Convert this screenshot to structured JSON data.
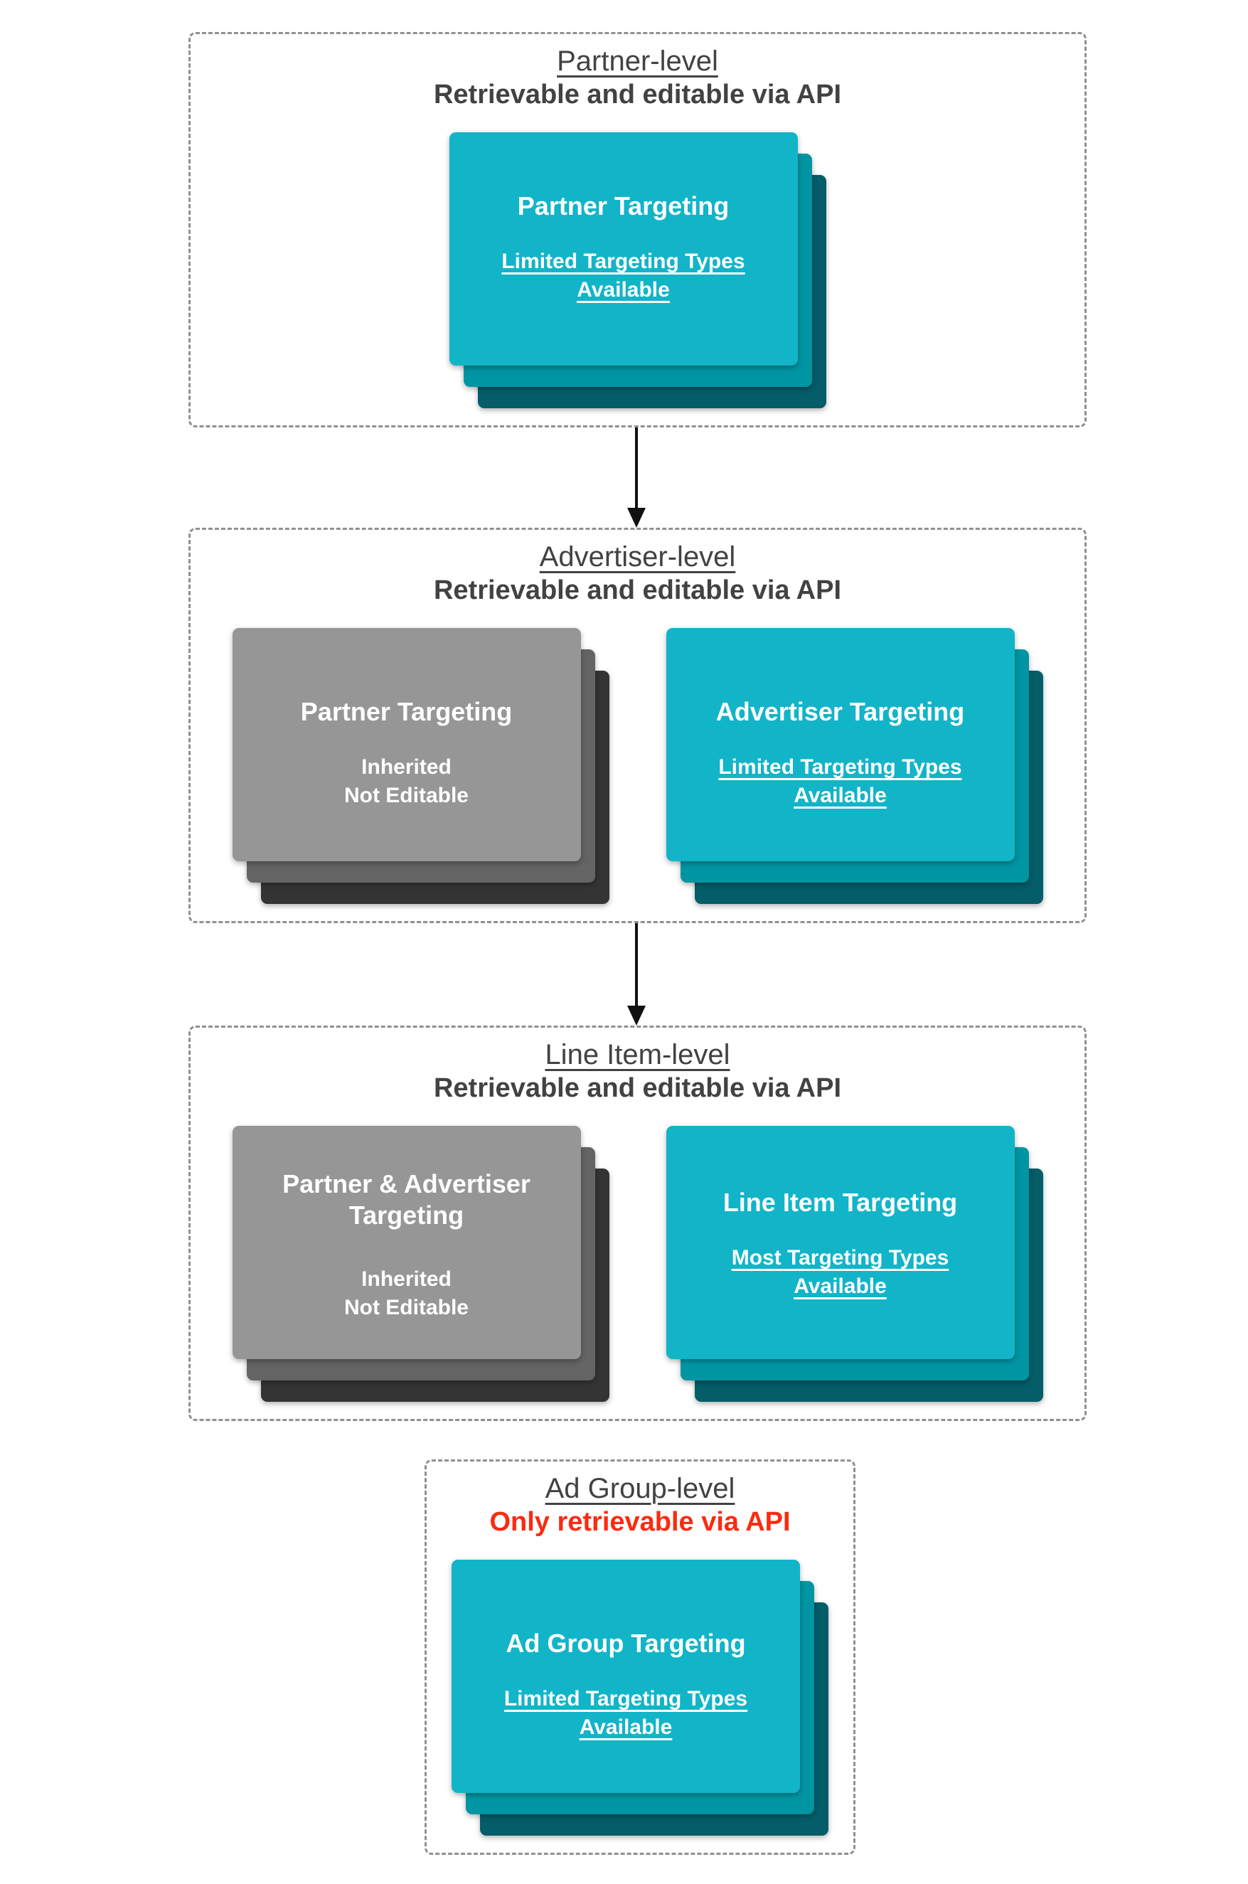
{
  "colors": {
    "teal_card": "#12b4c8",
    "teal_layer2": "#0095a3",
    "teal_layer3": "#045d68",
    "gray_card": "#969696",
    "gray_layer2": "#646464",
    "gray_layer3": "#343434",
    "heading_text": "#424242",
    "red_text": "#fa2b10",
    "card_text": "#ffffff",
    "dashed_border": "#909090",
    "arrow": "#111111"
  },
  "sections": [
    {
      "title": "Partner-level",
      "subtitle": "Retrievable and editable via API",
      "cards": [
        {
          "variant": "teal",
          "title": "Partner Targeting",
          "subtitle_lines": [
            "Limited Targeting Types",
            "Available"
          ],
          "subtitle_underlined": true
        }
      ]
    },
    {
      "title": "Advertiser-level",
      "subtitle": "Retrievable and editable via API",
      "cards": [
        {
          "variant": "gray",
          "title": "Partner Targeting",
          "subtitle_lines": [
            "Inherited",
            "Not Editable"
          ],
          "subtitle_underlined": false
        },
        {
          "variant": "teal",
          "title": "Advertiser Targeting",
          "subtitle_lines": [
            "Limited Targeting Types",
            "Available"
          ],
          "subtitle_underlined": true
        }
      ]
    },
    {
      "title": "Line Item-level",
      "subtitle": "Retrievable and editable via API",
      "cards": [
        {
          "variant": "gray",
          "title": "Partner & Advertiser Targeting",
          "subtitle_lines": [
            "Inherited",
            "Not Editable"
          ],
          "subtitle_underlined": false
        },
        {
          "variant": "teal",
          "title": "Line Item Targeting",
          "subtitle_lines": [
            "Most Targeting Types",
            "Available"
          ],
          "subtitle_underlined": true
        }
      ]
    },
    {
      "title": "Ad Group-level",
      "subtitle": "Only retrievable via API",
      "subtitle_red": true,
      "cards": [
        {
          "variant": "teal",
          "title": "Ad Group Targeting",
          "subtitle_lines": [
            "Limited Targeting Types",
            "Available"
          ],
          "subtitle_underlined": true
        }
      ]
    }
  ],
  "arrows": [
    {
      "direction": "down",
      "from": "Partner-level",
      "to": "Advertiser-level"
    },
    {
      "direction": "down",
      "from": "Advertiser-level",
      "to": "Line Item-level"
    }
  ]
}
